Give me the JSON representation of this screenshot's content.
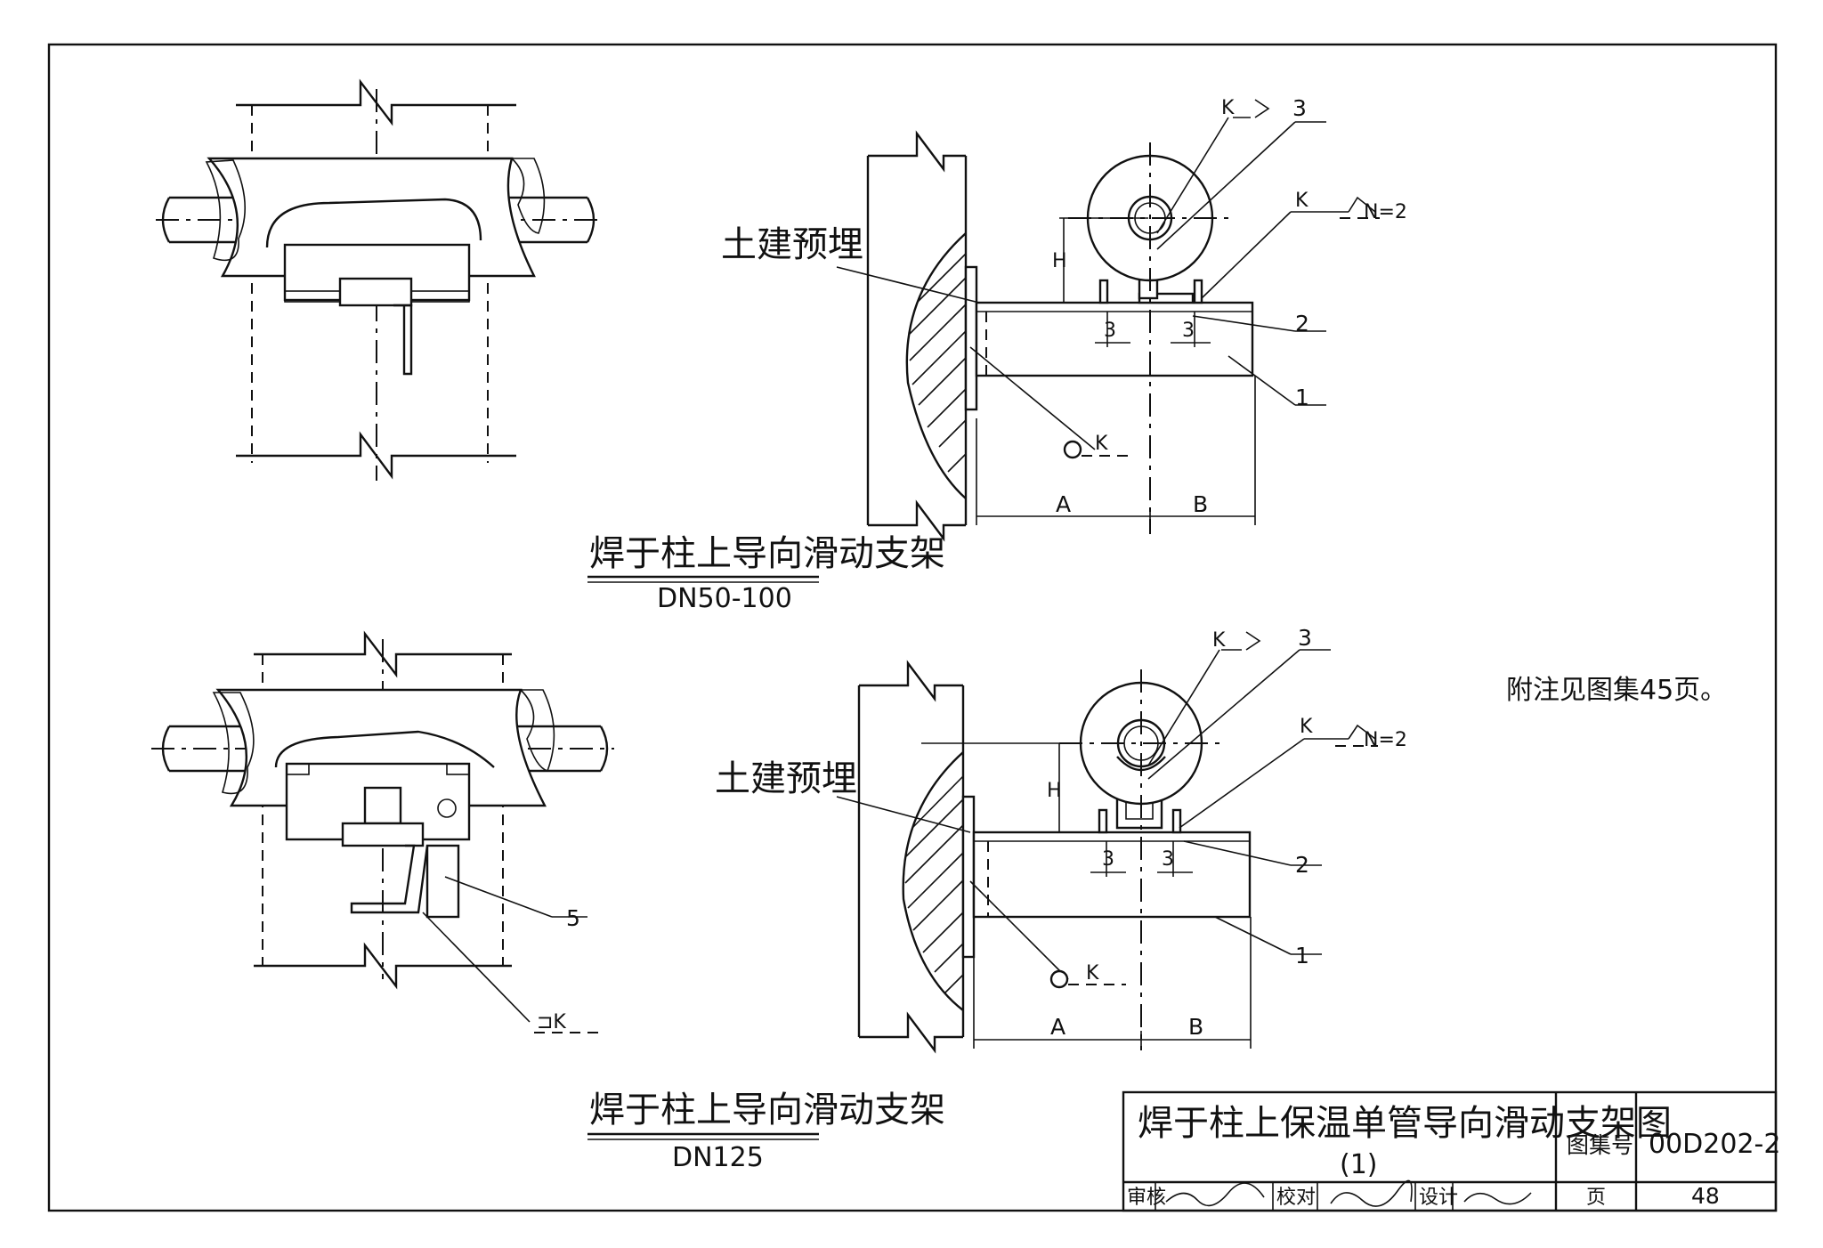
{
  "drawing": {
    "top_detail": {
      "title": "焊于柱上导向滑动支架",
      "subtitle": "DN50-100",
      "embed_label": "土建预埋",
      "part_labels": [
        "3",
        "2",
        "1"
      ],
      "weld_symbol": "K",
      "weld_count": "N=2",
      "dim_h": "H",
      "dim_a": "A",
      "dim_b": "B",
      "dim_gap": "3"
    },
    "bottom_detail": {
      "title": "焊于柱上导向滑动支架",
      "subtitle": "DN125",
      "embed_label": "土建预埋",
      "part_labels": [
        "3",
        "2",
        "1",
        "5"
      ],
      "weld_symbol": "K",
      "weld_count": "N=2",
      "weld_box_symbol": "⊐K",
      "dim_h": "H",
      "dim_a": "A",
      "dim_b": "B",
      "dim_gap": "3"
    },
    "note": "附注见图集45页。"
  },
  "title_block": {
    "title_line1": "焊于柱上保温单管导向滑动支架图",
    "title_line2": "(1)",
    "atlas_label": "图集号",
    "atlas_value": "00D202-2",
    "review_label": "审核",
    "check_label": "校对",
    "design_label": "设计",
    "page_label": "页",
    "page_value": "48"
  }
}
